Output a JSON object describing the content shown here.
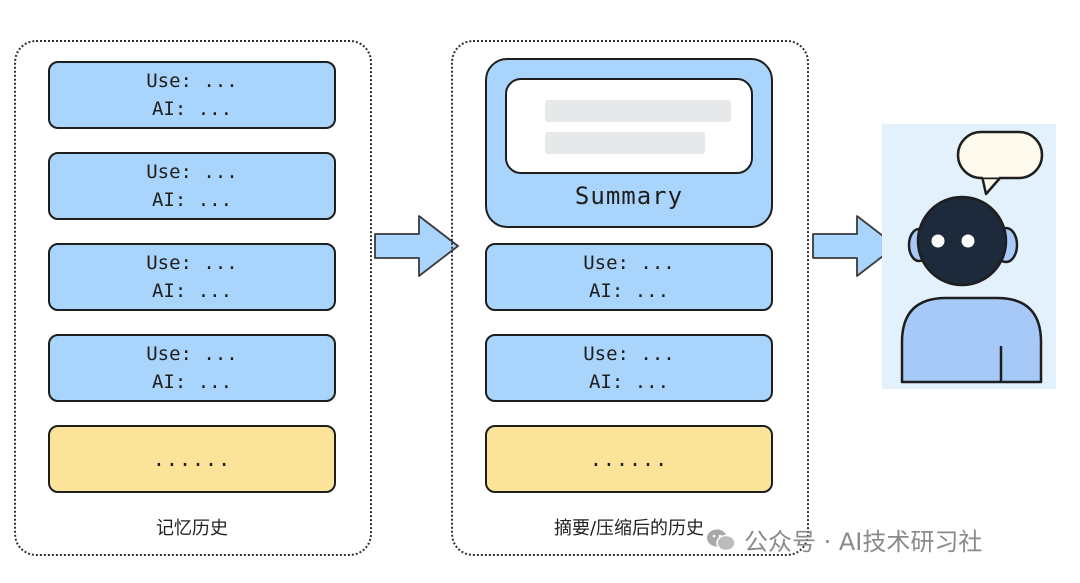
{
  "left_panel": {
    "label": "记忆历史",
    "messages": [
      {
        "user": "Use: ...",
        "ai": "AI: ..."
      },
      {
        "user": "Use: ...",
        "ai": "AI: ..."
      },
      {
        "user": "Use: ...",
        "ai": "AI: ..."
      },
      {
        "user": "Use: ...",
        "ai": "AI: ..."
      }
    ],
    "more": "......"
  },
  "middle_panel": {
    "label": "摘要/压缩后的历史",
    "summary_label": "Summary",
    "messages": [
      {
        "user": "Use: ...",
        "ai": "AI: ..."
      },
      {
        "user": "Use: ...",
        "ai": "AI: ..."
      }
    ],
    "more": "......"
  },
  "watermark": {
    "text": "公众号 · AI技术研习社"
  },
  "colors": {
    "message_fill": "#a9d4fb",
    "more_fill": "#fbe49a",
    "robot_panel": "#e3f1fd",
    "robot_head": "#1c2a3c",
    "robot_body": "#a6c9f7",
    "stroke": "#1e1e1e"
  }
}
